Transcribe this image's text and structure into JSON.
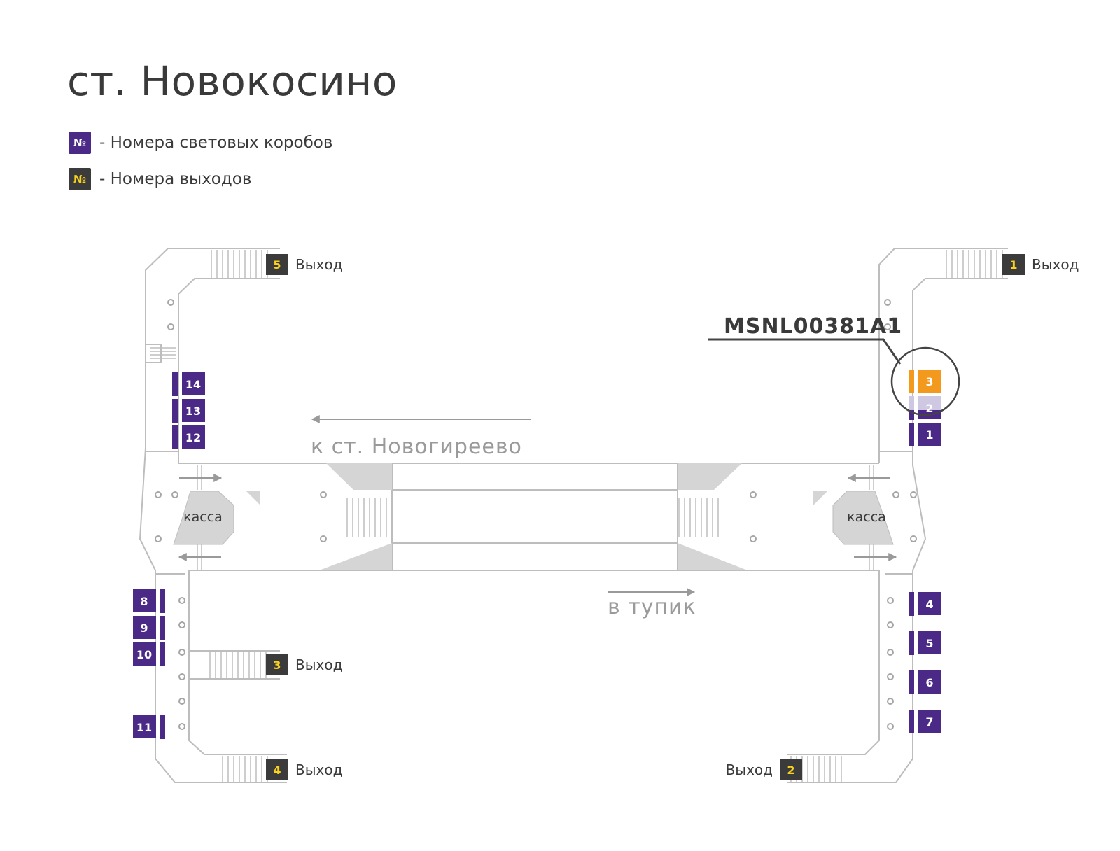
{
  "title": "ст. Новокосино",
  "legend": {
    "lightbox_symbol": "№",
    "lightbox_label": "- Номера световых коробов",
    "exit_symbol": "№",
    "exit_label": "- Номера выходов"
  },
  "colors": {
    "lightbox": "#4b2a87",
    "lightbox_faded": "#cfc8e3",
    "highlight": "#f39a1e",
    "exit_box": "#3b3b3b",
    "exit_number": "#f7d21e",
    "walls": "#bdbdbd",
    "platform_shade": "#d5d5d5"
  },
  "exits": [
    {
      "number": "5",
      "label": "Выход"
    },
    {
      "number": "1",
      "label": "Выход"
    },
    {
      "number": "3",
      "label": "Выход"
    },
    {
      "number": "4",
      "label": "Выход"
    },
    {
      "number": "2",
      "label": "Выход"
    }
  ],
  "lightboxes": [
    "14",
    "13",
    "12",
    "3",
    "2",
    "1",
    "8",
    "9",
    "10",
    "11",
    "4",
    "5",
    "6",
    "7"
  ],
  "highlighted_lightbox": {
    "code": "MSNL00381A1",
    "number": "3"
  },
  "directions": {
    "to_station": "к ст. Новогиреево",
    "dead_end": "в тупик"
  },
  "ticket_office": [
    "касса",
    "касса"
  ]
}
